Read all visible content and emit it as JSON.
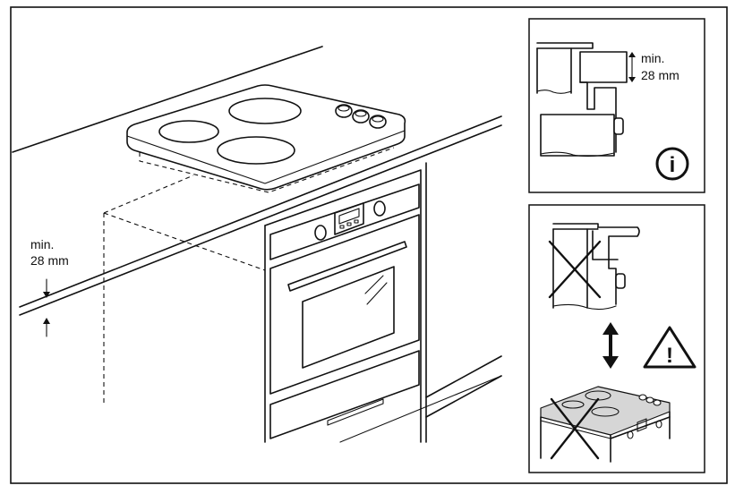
{
  "main_figure": {
    "min_label": "min.",
    "dimension_label": "28 mm"
  },
  "info_panel": {
    "min_label": "min.",
    "dimension_label": "28 mm",
    "info_symbol": "i"
  },
  "warning_panel": {
    "warning_symbol": "!"
  }
}
